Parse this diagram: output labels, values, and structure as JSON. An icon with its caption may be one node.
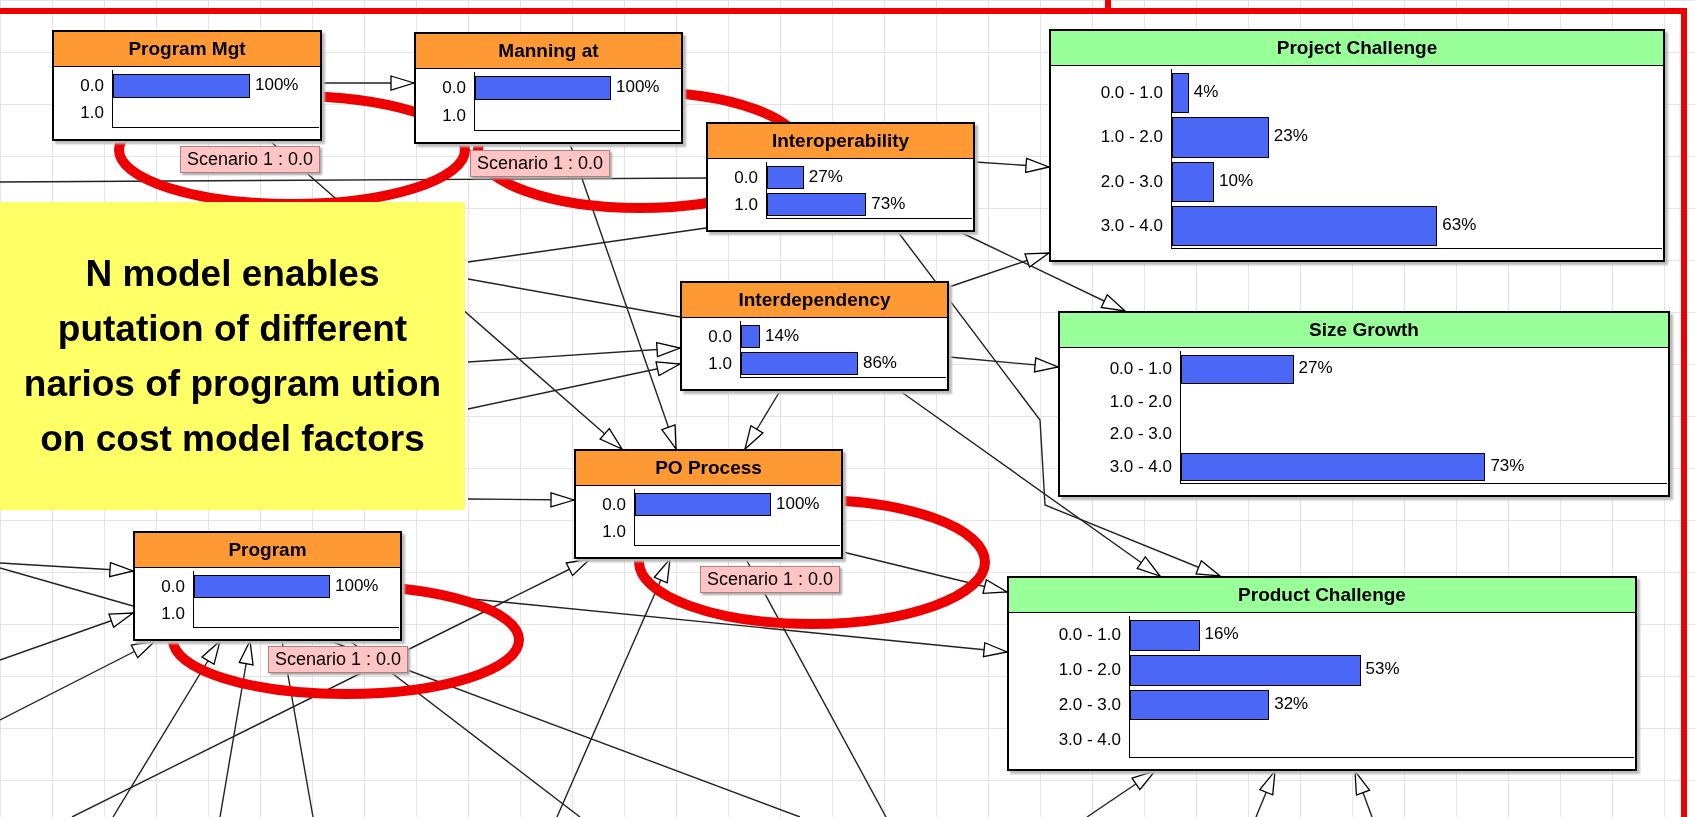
{
  "diagram": {
    "nodes": [
      {
        "text": [
          "Program Mgt",
          "0.0",
          "100%",
          "1.0"
        ],
        "beside": [
          "Scenario 1 : 0.0"
        ]
      },
      {
        "text": [
          "Manning at",
          "0.0",
          "100%",
          "1.0"
        ],
        "beside": [
          "Scenario 1 : 0.0"
        ]
      },
      {
        "text": [
          "Interoperability",
          "0.0",
          "27%",
          "1.0",
          "73%"
        ]
      },
      {
        "text": [
          "Project Challenge",
          "0.0 - 1.0",
          "4%",
          "1.0 - 2.0",
          "23%",
          "2.0 - 3.0",
          "10%",
          "3.0 - 4.0",
          "63%"
        ]
      },
      {
        "text": [
          "Interdependency",
          "0.0",
          "14%",
          "1.0",
          "86%"
        ]
      },
      {
        "text": [
          "Size Growth",
          "0.0 - 1.0",
          "27%",
          "1.0 - 2.0",
          "2.0 - 3.0",
          "3.0 - 4.0",
          "73%"
        ]
      },
      {
        "text": [
          "PO Process",
          "0.0",
          "100%",
          "1.0"
        ],
        "beside": [
          "Scenario 1 : 0.0"
        ]
      },
      {
        "text": [
          "Program",
          "0.0",
          "100%",
          "1.0"
        ],
        "beside": [
          "Scenario 1 : 0.0"
        ]
      },
      {
        "text": [
          "Product Challenge",
          "0.0 - 1.0",
          "16%",
          "1.0 - 2.0",
          "53%",
          "2.0 - 3.0",
          "32%",
          "3.0 - 4.0"
        ]
      }
    ],
    "edges": [
      {
        "from": 0,
        "to": 1,
        "arrow": "to"
      },
      {
        "from": 0,
        "to": 6,
        "arrow": "to"
      },
      {
        "from": 1,
        "to": 6,
        "arrow": "to"
      },
      {
        "from": 4,
        "to": 6,
        "arrow": "to"
      },
      {
        "from": null,
        "to": 2,
        "arrow": "none"
      },
      {
        "from": null,
        "to": 2,
        "arrow": "none"
      },
      {
        "from": 2,
        "to": 3,
        "arrow": "to"
      },
      {
        "from": 2,
        "to": 5,
        "arrow": "to"
      },
      {
        "from": 2,
        "to": 8,
        "arrow": "to"
      },
      {
        "from": 4,
        "to": 3,
        "arrow": "to"
      },
      {
        "from": 4,
        "to": 5,
        "arrow": "to"
      },
      {
        "from": 4,
        "to": 8,
        "arrow": "to"
      },
      {
        "from": null,
        "to": 4,
        "arrow": "none"
      },
      {
        "from": null,
        "to": 4,
        "arrow": "to"
      },
      {
        "from": null,
        "to": 4,
        "arrow": "to"
      },
      {
        "from": null,
        "to": 6,
        "arrow": "to"
      },
      {
        "from": null,
        "to": 6,
        "arrow": "to"
      },
      {
        "from": null,
        "to": 6,
        "arrow": "to"
      },
      {
        "from": 6,
        "to": 8,
        "arrow": "to"
      },
      {
        "from": 6,
        "to": null,
        "arrow": "none"
      },
      {
        "from": 7,
        "to": 8,
        "arrow": "to"
      },
      {
        "from": null,
        "to": 7,
        "arrow": "to"
      },
      {
        "from": null,
        "to": 7,
        "arrow": "to"
      },
      {
        "from": null,
        "to": 7,
        "arrow": "to"
      },
      {
        "from": null,
        "to": 7,
        "arrow": "to"
      },
      {
        "from": null,
        "to": 7,
        "arrow": "to"
      },
      {
        "from": null,
        "to": 7,
        "arrow": "none"
      },
      {
        "from": 7,
        "to": null,
        "arrow": "none"
      },
      {
        "from": 7,
        "to": null,
        "arrow": "none"
      },
      {
        "from": 7,
        "to": null,
        "arrow": "none"
      },
      {
        "from": null,
        "to": 8,
        "arrow": "to"
      },
      {
        "from": null,
        "to": 8,
        "arrow": "to"
      },
      {
        "from": null,
        "to": 8,
        "arrow": "to"
      }
    ],
    "labels": [
      "N model enables putation of different narios of program ution on cost model factors"
    ]
  }
}
